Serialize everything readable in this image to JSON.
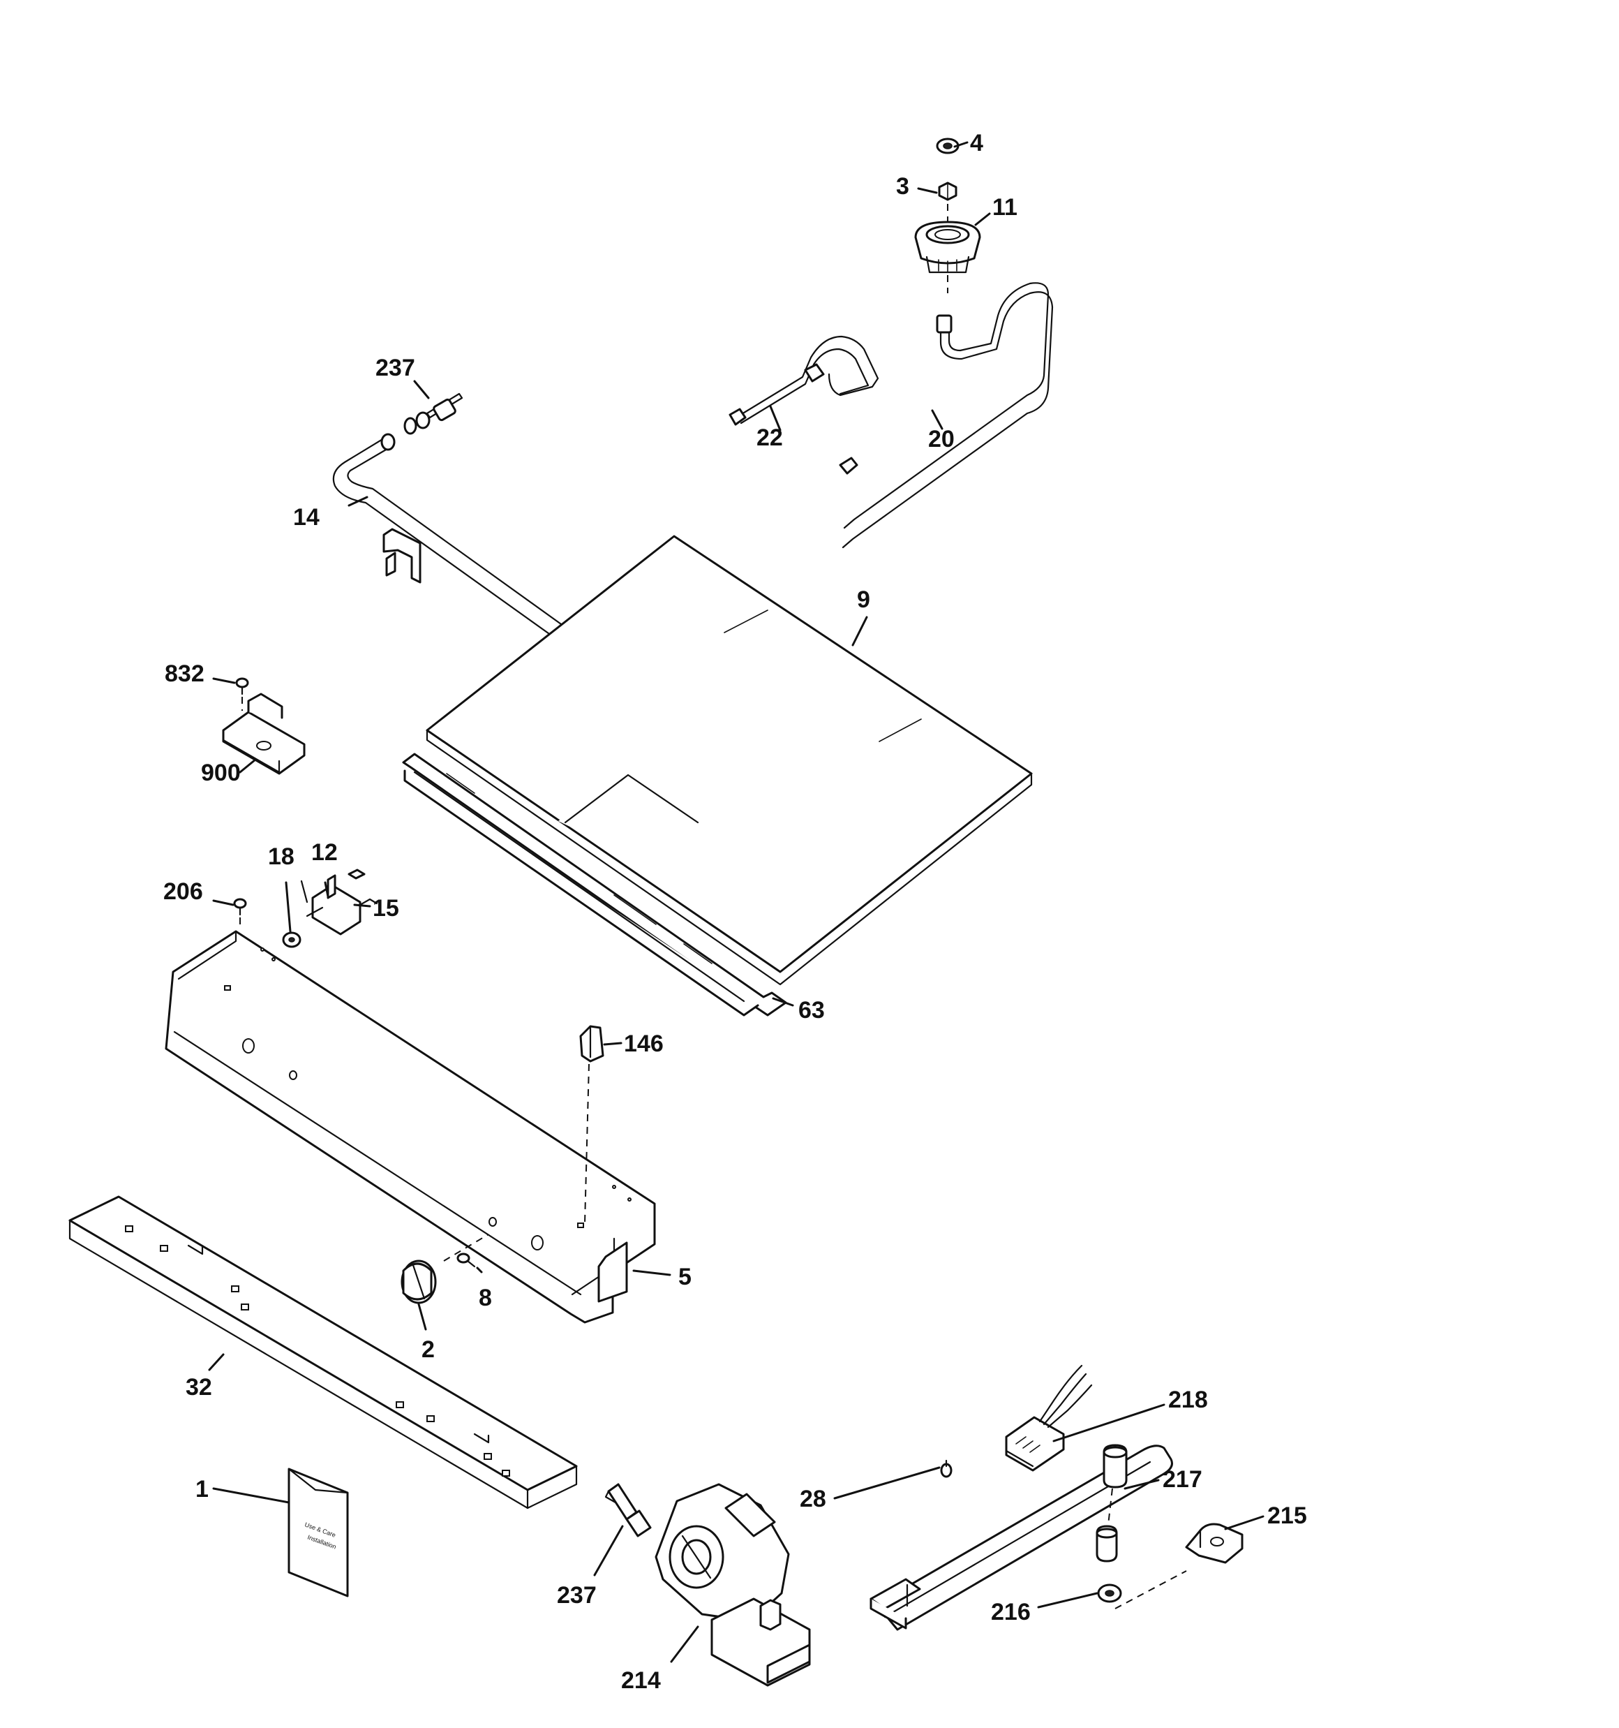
{
  "labels": {
    "p1": "1",
    "p2": "2",
    "p3": "3",
    "p4": "4",
    "p5": "5",
    "p8": "8",
    "p9": "9",
    "p11": "11",
    "p12": "12",
    "p14": "14",
    "p15": "15",
    "p18": "18",
    "p20": "20",
    "p22": "22",
    "p28": "28",
    "p32": "32",
    "p63": "63",
    "p146": "146",
    "p206": "206",
    "p214": "214",
    "p215": "215",
    "p216": "216",
    "p217": "217",
    "p218": "218",
    "p237a": "237",
    "p237b": "237",
    "p832": "832",
    "p900": "900"
  }
}
